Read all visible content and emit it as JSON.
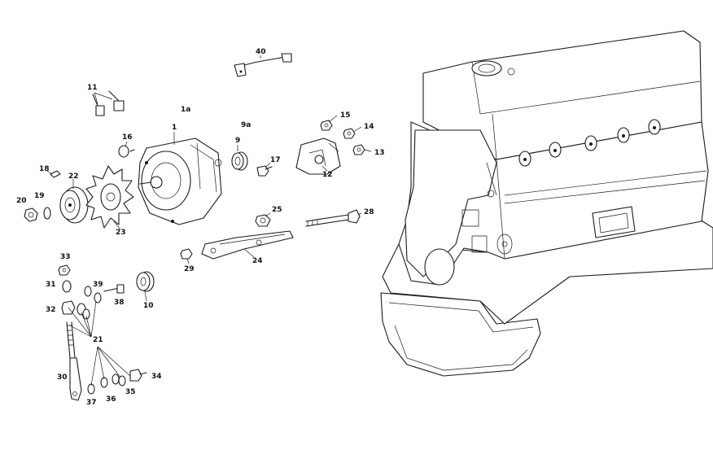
{
  "callouts": [
    "1",
    "1a",
    "9",
    "9a",
    "10",
    "11",
    "12",
    "13",
    "14",
    "15",
    "16",
    "17",
    "18",
    "19",
    "20",
    "21",
    "22",
    "23",
    "24",
    "25",
    "28",
    "29",
    "30",
    "31",
    "32",
    "33",
    "34",
    "35",
    "36",
    "37",
    "38",
    "39",
    "40"
  ]
}
